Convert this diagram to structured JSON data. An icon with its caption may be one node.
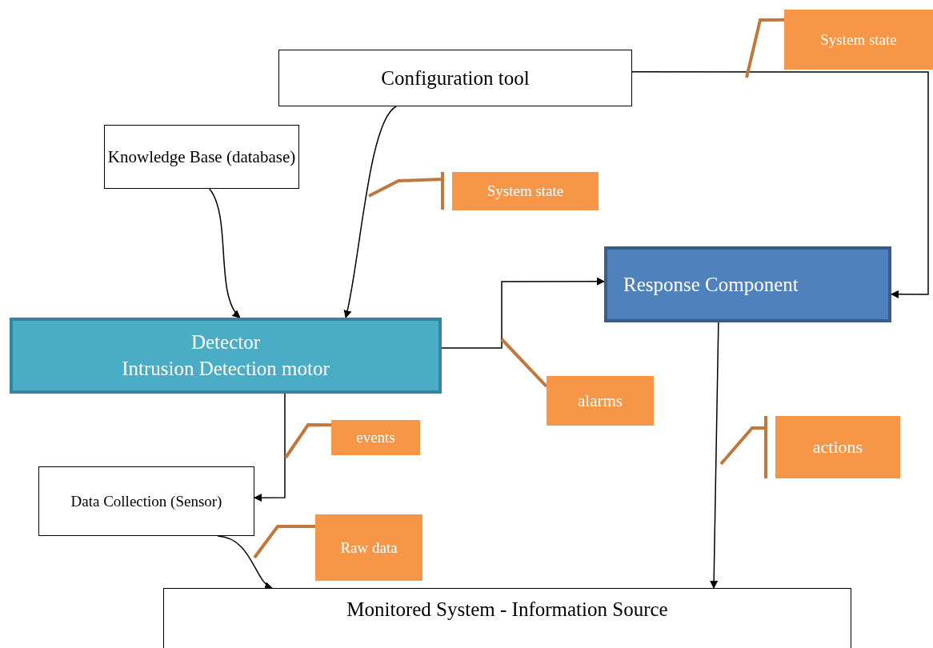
{
  "diagram": {
    "nodes": [
      {
        "text": [
          "System state"
        ]
      },
      {
        "text": [
          "Configuration tool"
        ]
      },
      {
        "text": [
          "Knowledge Base (database)"
        ]
      },
      {
        "text": [
          "System state"
        ]
      },
      {
        "text": [
          "Response Component"
        ]
      },
      {
        "text": [
          "Detector",
          "Intrusion Detection motor"
        ]
      },
      {
        "text": [
          "alarms"
        ]
      },
      {
        "text": [
          "events"
        ]
      },
      {
        "text": [
          "actions"
        ]
      },
      {
        "text": [
          "Data Collection (Sensor)"
        ]
      },
      {
        "text": [
          "Raw data"
        ]
      },
      {
        "text": [
          "Monitored System - Information Source"
        ]
      }
    ],
    "edges": [
      {
        "from": 1,
        "to": 5,
        "arrow": "to"
      },
      {
        "from": 1,
        "to": 4,
        "arrow": "to"
      },
      {
        "from": 2,
        "to": 5,
        "arrow": "to"
      },
      {
        "from": 5,
        "to": 4,
        "arrow": "to"
      },
      {
        "from": 5,
        "to": 9,
        "arrow": "to"
      },
      {
        "from": 9,
        "to": 11,
        "arrow": "to"
      },
      {
        "from": 4,
        "to": 11,
        "arrow": "to"
      },
      {
        "from": 0,
        "to": null,
        "arrow": "none",
        "style": "thick",
        "color": "#c0783c"
      },
      {
        "from": 3,
        "to": null,
        "arrow": "none",
        "style": "thick",
        "color": "#c0783c"
      },
      {
        "from": 6,
        "to": null,
        "arrow": "none",
        "style": "thick",
        "color": "#c0783c"
      },
      {
        "from": 7,
        "to": null,
        "arrow": "none",
        "style": "thick",
        "color": "#c0783c"
      },
      {
        "from": 8,
        "to": null,
        "arrow": "none",
        "style": "thick",
        "color": "#c0783c"
      },
      {
        "from": 10,
        "to": null,
        "arrow": "none",
        "style": "thick",
        "color": "#c0783c"
      }
    ]
  }
}
